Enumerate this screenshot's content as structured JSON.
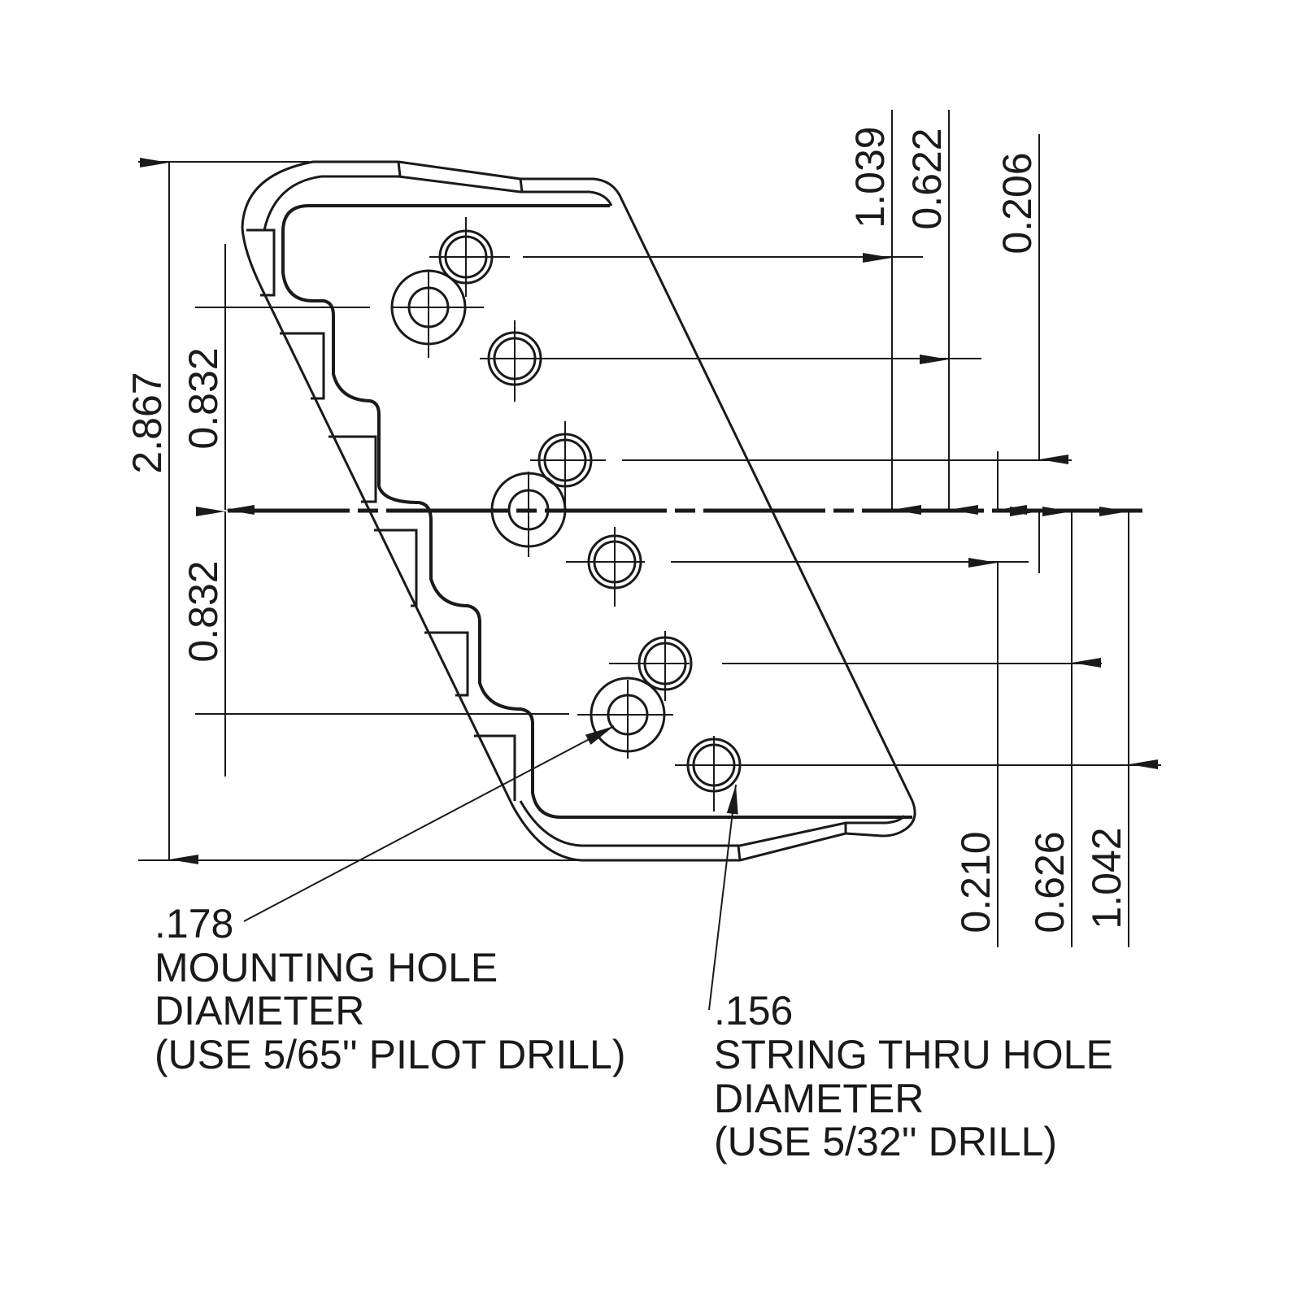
{
  "drawing": {
    "dimensions": {
      "overall_height": "2.867",
      "mount_upper": "0.832",
      "mount_lower": "0.832",
      "hole_1": "1.039",
      "hole_2": "0.622",
      "hole_3": "0.206",
      "hole_4": "0.210",
      "hole_5": "0.626",
      "hole_6": "1.042"
    },
    "notes": {
      "mounting": {
        "size": ".178",
        "line1": "MOUNTING HOLE",
        "line2": "DIAMETER",
        "line3": "(USE 5/65'' PILOT DRILL)"
      },
      "string": {
        "size": ".156",
        "line1": "STRING THRU HOLE",
        "line2": "DIAMETER",
        "line3": "(USE 5/32'' DRILL)"
      }
    },
    "line_color": "#1a1a1a"
  }
}
